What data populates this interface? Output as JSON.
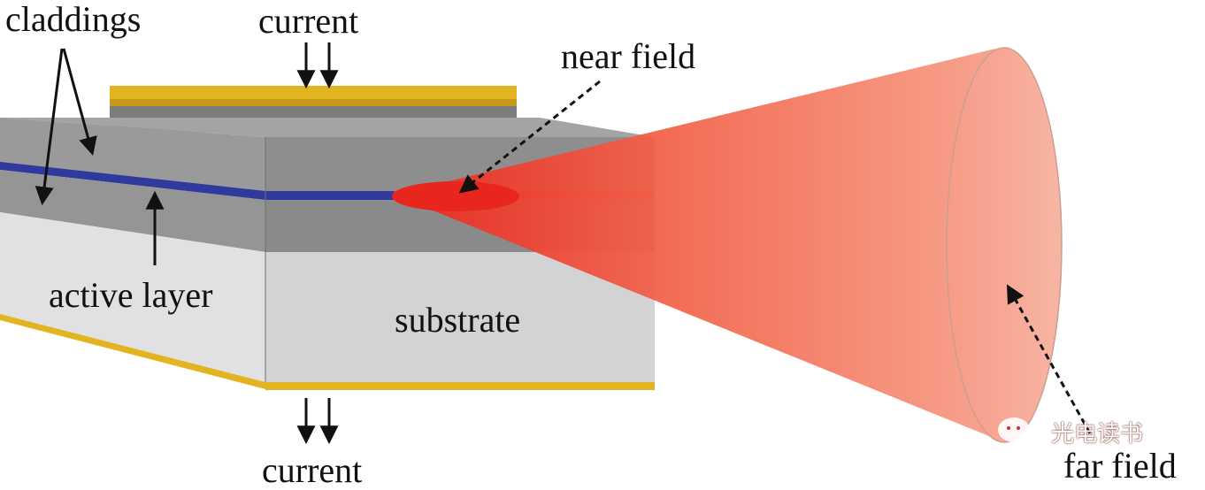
{
  "labels": {
    "claddings": "claddings",
    "current_top": "current",
    "near_field": "near field",
    "active_layer": "active layer",
    "substrate": "substrate",
    "current_bottom": "current",
    "far_field": "far field"
  },
  "watermark": "光电读书",
  "colors": {
    "cladding_gray": "#8c8c8c",
    "substrate_gray": "#d3d3d6",
    "active_blue": "#2f3a9c",
    "contact_gold": "#e3b422",
    "beam_red": "#f05a44",
    "near_field_red": "#e8261e"
  },
  "icons": {
    "arrows": "arrow-icon",
    "watermark_logo": "wechat-logo-icon"
  }
}
